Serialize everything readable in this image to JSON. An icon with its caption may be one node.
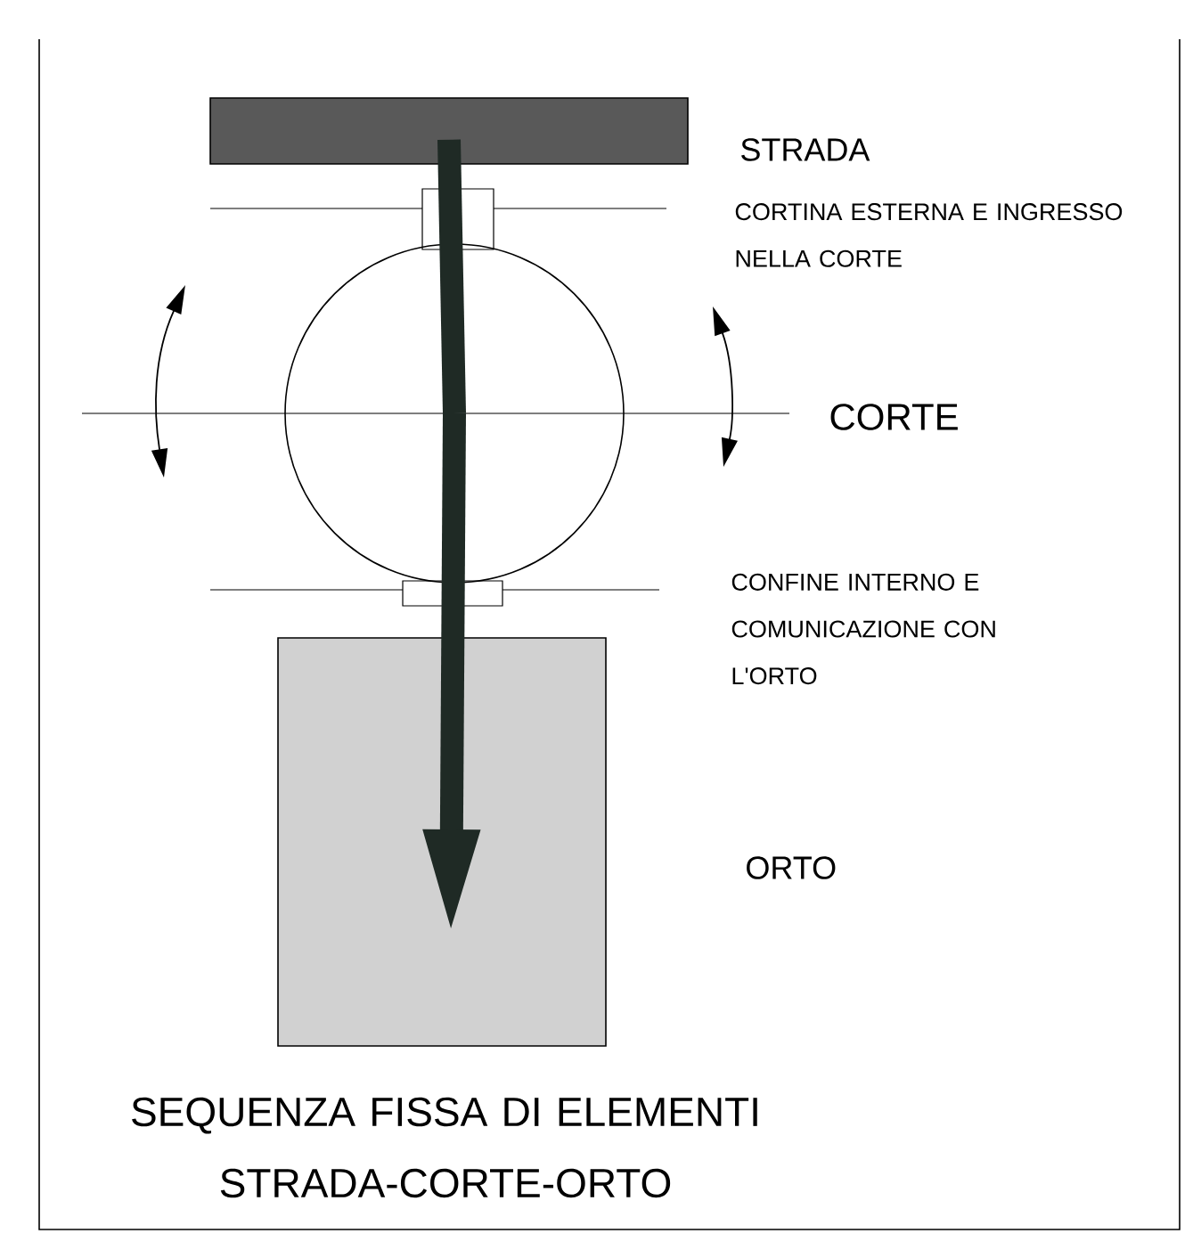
{
  "diagram": {
    "caption": "SEQUENZA FISSA DI ELEMENTI STRADA-CORTE-ORTO",
    "nodes": [
      {
        "text": [],
        "shape": "bar"
      },
      {
        "text": [],
        "shape": "circle"
      },
      {
        "text": [],
        "shape": "box"
      }
    ],
    "edges": [
      {
        "from": 0,
        "to": 1,
        "arrow": "none"
      },
      {
        "from": 1,
        "to": 2,
        "arrow": "to"
      }
    ],
    "labels": [
      "STRADA",
      "CORTINA ESTERNA E INGRESSO NELLA CORTE",
      "CORTE",
      "CONFINE INTERNO E COMUNICAZIONE CON L'ORTO",
      "ORTO"
    ]
  }
}
